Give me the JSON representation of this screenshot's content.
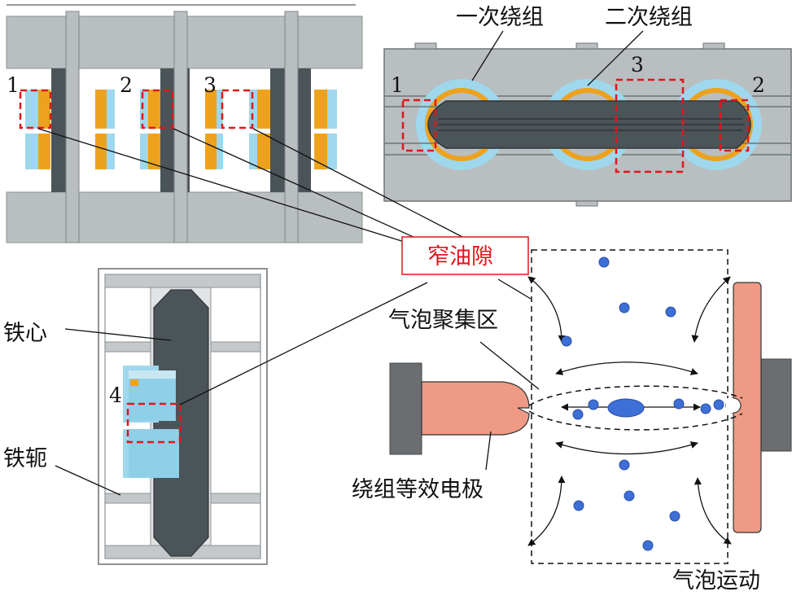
{
  "labels": {
    "primary_winding": "一次绕组",
    "secondary_winding": "二次绕组",
    "narrow_gap": "窄油隙",
    "bubble_zone": "气泡聚集区",
    "core": "铁心",
    "yoke": "铁轭",
    "electrode": "绕组等效电极",
    "bubble_motion": "气泡运动"
  },
  "markers": {
    "front_view": [
      "1",
      "2",
      "3"
    ],
    "top_view": [
      "1",
      "3",
      "2"
    ],
    "side_view": "4"
  },
  "colors": {
    "core": "#4b5458",
    "frame": "#b9bec0",
    "winding_blue": "#9fd7ec",
    "winding_orange": "#eda21e",
    "marker_red": "#e0161b",
    "electrode": "#ee9a84",
    "bubble": "#3d6fd6"
  }
}
